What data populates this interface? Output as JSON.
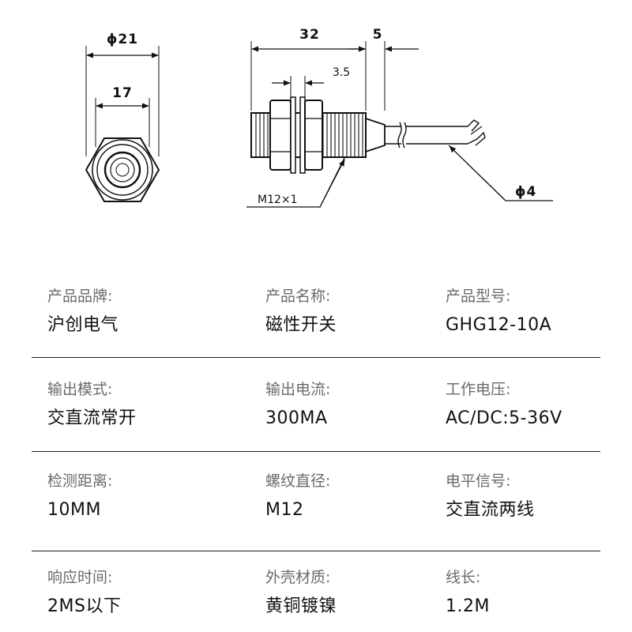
{
  "drawing": {
    "outer_diameter": "ϕ21",
    "hex_width": "17",
    "body_length": "32",
    "cable_stub": "5",
    "nut_thickness": "3.5",
    "thread": "M12×1",
    "cable_diameter": "ϕ4"
  },
  "specs": [
    {
      "label": "产品品牌:",
      "value": "沪创电气"
    },
    {
      "label": "产品名称:",
      "value": "磁性开关"
    },
    {
      "label": "产品型号:",
      "value": "GHG12-10A"
    },
    {
      "label": "输出模式:",
      "value": "交直流常开"
    },
    {
      "label": "输出电流:",
      "value": "300MA"
    },
    {
      "label": "工作电压:",
      "value": "AC/DC:5-36V"
    },
    {
      "label": "检测距离:",
      "value": "10MM"
    },
    {
      "label": "螺纹直径:",
      "value": "M12"
    },
    {
      "label": "电平信号:",
      "value": "交直流两线"
    },
    {
      "label": "响应时间:",
      "value": "2MS以下"
    },
    {
      "label": "外壳材质:",
      "value": "黄铜镀镍"
    },
    {
      "label": "线长:",
      "value": "1.2M"
    }
  ]
}
